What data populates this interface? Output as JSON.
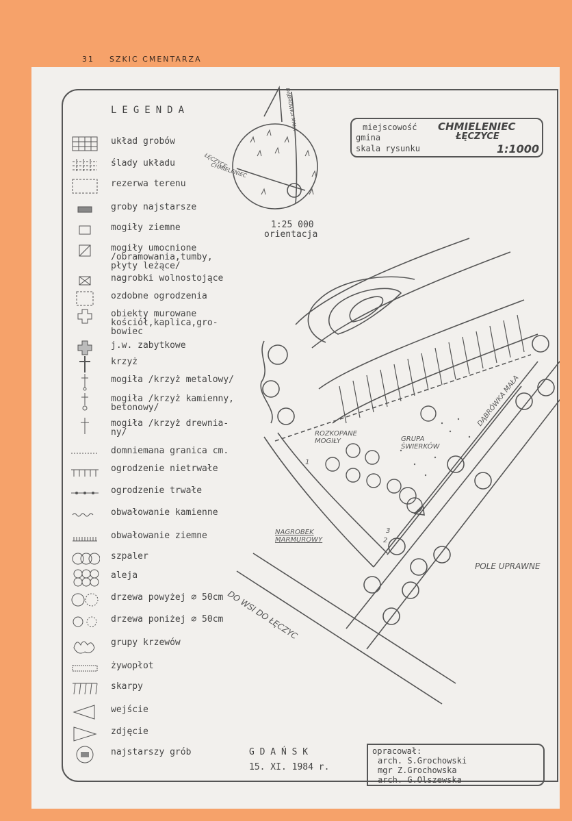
{
  "header": {
    "page_number": "31",
    "section_title": "SZKIC CMENTARZA"
  },
  "legend": {
    "title": "LEGENDA",
    "items": [
      {
        "label": "układ grobów",
        "icon": "grid-graves-icon"
      },
      {
        "label": "ślady układu",
        "icon": "traces-grid-icon"
      },
      {
        "label": "rezerwa terenu",
        "icon": "reserve-area-icon"
      },
      {
        "label": "groby najstarsze",
        "icon": "oldest-graves-icon"
      },
      {
        "label": "mogiły ziemne",
        "icon": "earth-grave-icon"
      },
      {
        "label": "mogiły umocnione\n/obramowania,tumby,\npłyty leżące/",
        "icon": "reinforced-grave-icon"
      },
      {
        "label": "nagrobki wolnostojące",
        "icon": "freestanding-tombstone-icon"
      },
      {
        "label": "ozdobne ogrodzenia",
        "icon": "decorative-fence-icon"
      },
      {
        "label": "obiekty murowane\nkościół,kaplica,gro-\nbowiec",
        "icon": "masonry-building-icon"
      },
      {
        "label": "j.w. zabytkowe",
        "icon": "historic-building-icon"
      },
      {
        "label": "krzyż",
        "icon": "cross-icon"
      },
      {
        "label": "mogiła /krzyż metalowy/",
        "icon": "metal-cross-grave-icon"
      },
      {
        "label": "mogiła /krzyż kamienny,\nbetonowy/",
        "icon": "stone-cross-grave-icon"
      },
      {
        "label": "mogiła /krzyż drewnia-\nny/",
        "icon": "wooden-cross-grave-icon"
      },
      {
        "label": "domniemana granica cm.",
        "icon": "presumed-boundary-icon"
      },
      {
        "label": "ogrodzenie nietrwałe",
        "icon": "temporary-fence-icon"
      },
      {
        "label": "ogrodzenie trwałe",
        "icon": "permanent-fence-icon"
      },
      {
        "label": "obwałowanie kamienne",
        "icon": "stone-embankment-icon"
      },
      {
        "label": "obwałowanie ziemne",
        "icon": "earth-embankment-icon"
      },
      {
        "label": "szpaler",
        "icon": "tree-row-icon"
      },
      {
        "label": "aleja",
        "icon": "avenue-icon"
      },
      {
        "label": "drzewa powyżej ⌀ 50cm",
        "icon": "large-tree-icon"
      },
      {
        "label": "drzewa poniżej ⌀ 50cm",
        "icon": "small-tree-icon"
      },
      {
        "label": "grupy krzewów",
        "icon": "shrub-group-icon"
      },
      {
        "label": "żywopłot",
        "icon": "hedge-icon"
      },
      {
        "label": "skarpy",
        "icon": "slope-icon"
      },
      {
        "label": "wejście",
        "icon": "entrance-icon"
      },
      {
        "label": "zdjęcie",
        "icon": "photo-icon"
      },
      {
        "label": "najstarszy grób",
        "icon": "oldest-grave-icon"
      }
    ]
  },
  "location": {
    "locality_label": "miejscowość",
    "locality_value": "CHMIELENIEC",
    "commune_label": "gmina",
    "commune_value": "ŁĘCZYCE",
    "scale_label": "skala rysunku",
    "scale_value": "1:1000"
  },
  "orientation": {
    "scale": "1:25 000",
    "label": "orientacja",
    "place_labels": [
      "CHMIELENIEC",
      "ŁĘCZYCE",
      "DĄBRÓWKA MAŁA"
    ]
  },
  "map": {
    "labels": {
      "dug_graves": "ROZKOPANE\nMOGIŁY",
      "spruce_group": "GRUPA\nŚWIERKÓW",
      "road_small": "DĄBRÓWKA MAŁA",
      "marble_tombstone": "NAGROBEK\nMARMUROWY",
      "field": "POLE UPRAWNE",
      "road_main": "DO WSI DO ŁĘCZYC"
    },
    "photo_numbers": [
      "1",
      "2",
      "3"
    ]
  },
  "footer": {
    "city": "G D A Ń S K",
    "date": "15. XI. 1984 r.",
    "prepared_label": "opracował:",
    "authors": [
      "arch. S.Grochowski",
      "mgr  Z.Grochowska",
      "arch. G.Olszewska"
    ]
  },
  "colors": {
    "background": "#f6a26a",
    "paper": "#f2f0ed",
    "ink": "#555555"
  }
}
